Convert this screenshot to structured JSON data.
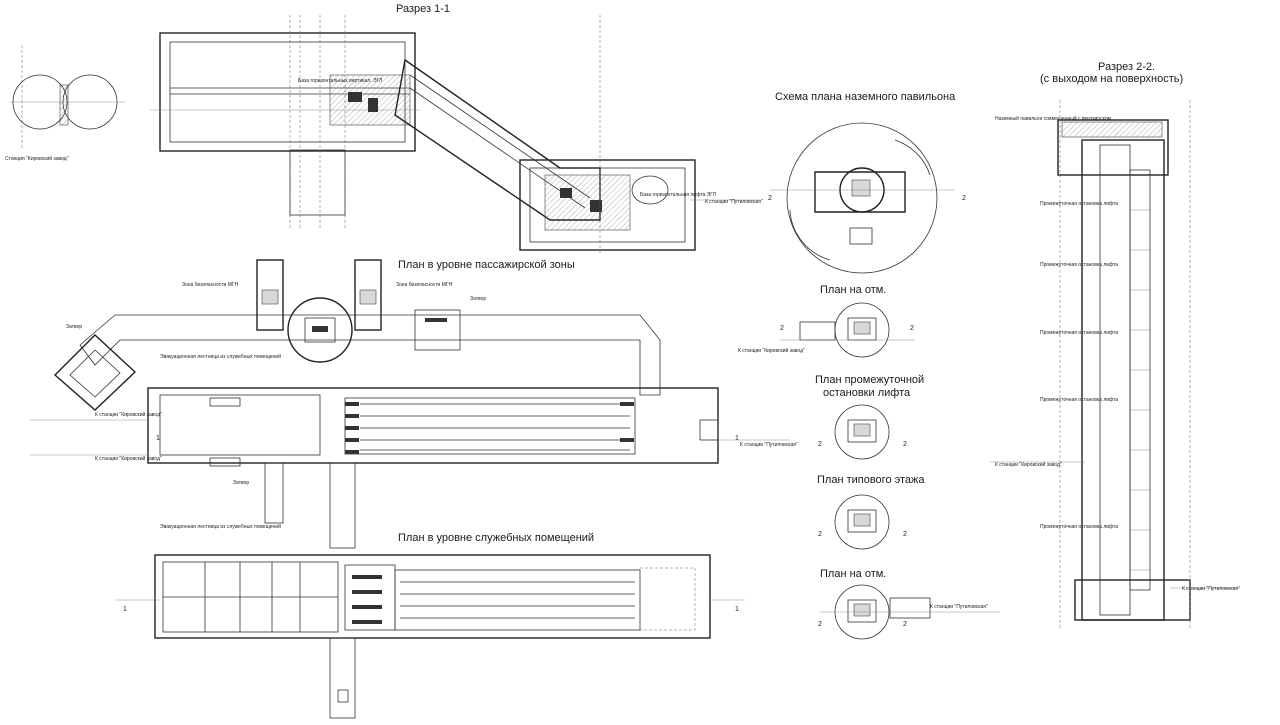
{
  "headings": {
    "section_1": "Разрез 1-1",
    "section_2_line1": "Разрез 2-2.",
    "section_2_line2": "(с выходом на поверхность)",
    "pavilion_plan": "Схема плана наземного павильона",
    "passenger_level": "План в уровне пассажирской зоны",
    "service_level": "План в уровне служебных помещений",
    "plan_mark_1": "План на отм.",
    "intermediate_line1": "План промежуточной",
    "intermediate_line2": "остановки лифта",
    "typical_floor": "План типового этажа",
    "plan_mark_2": "План на отм."
  },
  "notes": {
    "station_kirovsky": "Станция \"Кировский завод\"",
    "to_kirovsky": "К станции \"Кировский завод\"",
    "to_putilovskaya": "К станции \"Путиловская\"",
    "mgn_zone": "Зона безопасности МГН",
    "shutter": "Затвор",
    "evac_stair": "Эвакуационная лестница из служебных помещений",
    "horizontal_lift": "База горизонтальных вертикал. ЭГЛ",
    "horizontal_lift_2": "База горизонтальная лифта ЭГЛ",
    "ground_pavilion": "Наземный павильон совмещенный с венткиоском",
    "intermediate_stop": "Промежуточная остановка лифта"
  },
  "marks": {
    "one": "1",
    "two": "2"
  }
}
